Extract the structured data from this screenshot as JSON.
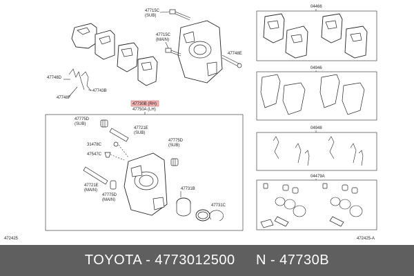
{
  "labels": {
    "p47715c_sub": "47715C",
    "p47715c_sub_tag": "(SUB)",
    "p47715c_main": "47715C",
    "p47715c_main_tag": "(MAIN)",
    "p47748e": "47748E",
    "p47748d": "47748D",
    "p47748f": "47748F",
    "p47743b": "47743B",
    "p47730b": "47730B (RH)",
    "p47750a": "47750A (LH)",
    "p47775d_a": "47775D",
    "p47775d_a_tag": "(SUB)",
    "p47721e_a": "47721E",
    "p47721e_a_tag": "(SUB)",
    "p31478c": "31478C",
    "p47547c": "47547C",
    "p47775d_b": "47775D",
    "p47775d_b_tag": "(SUB)",
    "p47721e_b": "47721E",
    "p47721e_b_tag": "(MAIN)",
    "p47775d_c": "47775D",
    "p47775d_c_tag": "(MAIN)",
    "p47731b": "47731B",
    "p47731c": "47731C",
    "p04466": "04466",
    "p04946": "04946",
    "p04948": "04948",
    "p04479a": "04479A",
    "code_left": "472425",
    "code_right": "472425-A"
  },
  "footer": {
    "text": "TOYOTA - 4773012500     N - 47730B"
  },
  "colors": {
    "footer_bg": "#5f5f5f",
    "highlight": "#f4b3b3"
  }
}
